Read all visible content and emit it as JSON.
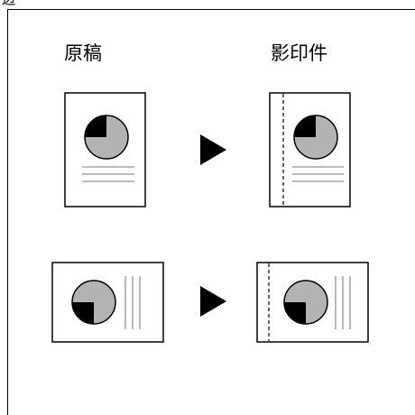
{
  "page": {
    "top_fragment": "边"
  },
  "labels": {
    "original": "原稿",
    "copy": "影印件"
  },
  "colors": {
    "line": "#000000",
    "pie_fill": "#b3b3b3",
    "pie_slice": "#000000",
    "text_lines": "#a6a6a6",
    "arrow": "#000000"
  },
  "icons": {
    "arrow": "play-arrow-icon"
  }
}
